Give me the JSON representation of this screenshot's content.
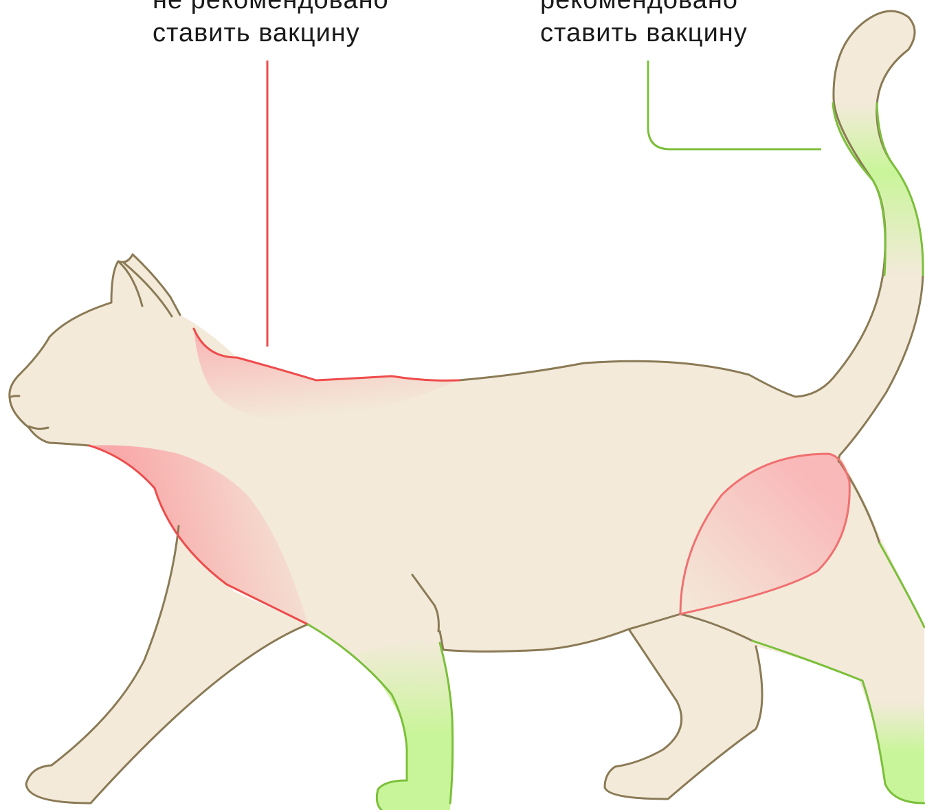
{
  "labels": {
    "not_recommended": {
      "line1": "не рекомендовано",
      "line2": "ставить вакцину"
    },
    "recommended": {
      "line1": "рекомендовано",
      "line2": "ставить вакцину"
    }
  },
  "colors": {
    "body_fill": "#f3eada",
    "outline": "#8a7a55",
    "danger": "#ee4b4b",
    "danger_fill": "#f9b9b9",
    "safe": "#7bbf3a",
    "safe_fill": "#c9f59a",
    "text": "#1a1a1a"
  }
}
